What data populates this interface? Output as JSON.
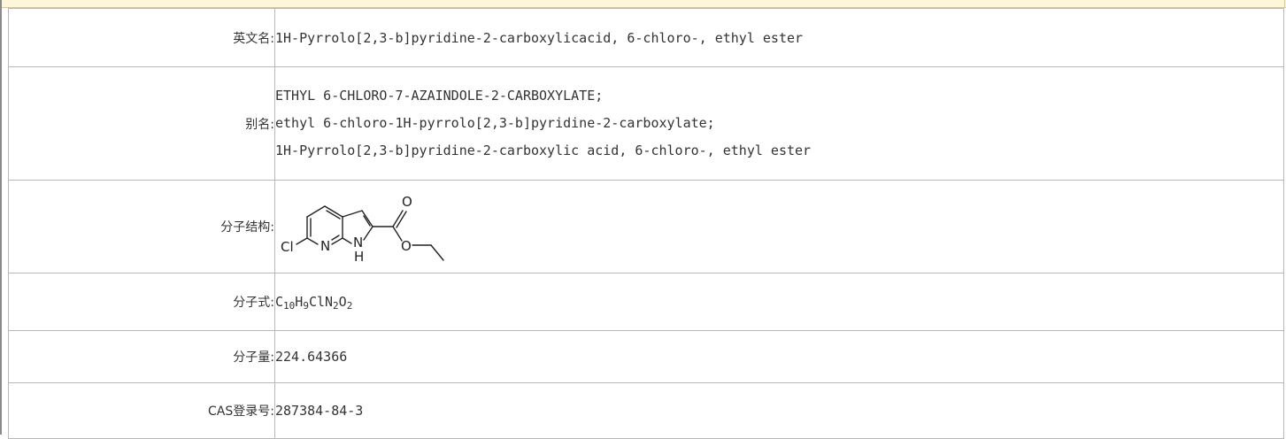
{
  "rows": {
    "english_name": {
      "label": "英文名:",
      "value": "1H-Pyrrolo[2,3-b]pyridine-2-carboxylicacid, 6-chloro-, ethyl ester"
    },
    "aliases": {
      "label": "别名:",
      "values": [
        "ETHYL 6-CHLORO-7-AZAINDOLE-2-CARBOXYLATE;",
        "ethyl 6-chloro-1H-pyrrolo[2,3-b]pyridine-2-carboxylate;",
        "1H-Pyrrolo[2,3-b]pyridine-2-carboxylic acid, 6-chloro-, ethyl ester"
      ]
    },
    "structure": {
      "label": "分子结构:",
      "atoms": {
        "cl": "Cl",
        "n": "N",
        "nh_n": "N",
        "nh_h": "H",
        "o_carbonyl": "O",
        "o_ester": "O"
      }
    },
    "formula": {
      "label": "分子式:",
      "parts": [
        {
          "el": "C",
          "sub": "10"
        },
        {
          "el": "H",
          "sub": "9"
        },
        {
          "el": "ClN",
          "sub": "2"
        },
        {
          "el": "O",
          "sub": "2"
        }
      ]
    },
    "molecular_weight": {
      "label": "分子量:",
      "value": "224.64366"
    },
    "cas": {
      "label": "CAS登录号:",
      "value": "287384-84-3"
    }
  }
}
